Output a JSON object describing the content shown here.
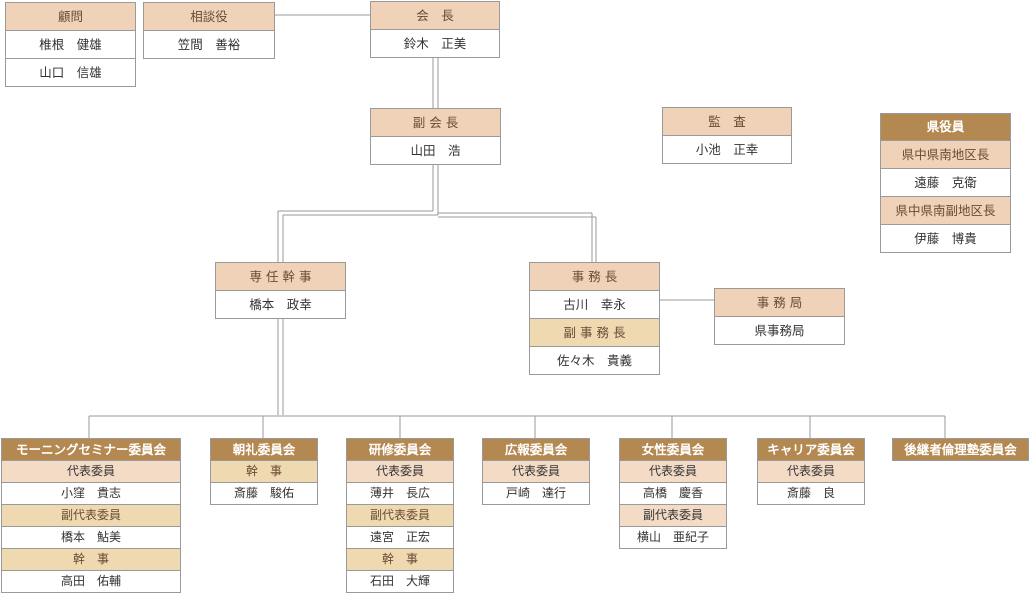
{
  "advisor": {
    "title": "顧問",
    "members": [
      "椎根　健雄",
      "山口　信雄"
    ]
  },
  "counselor": {
    "title": "相談役",
    "member": "笠間　善裕"
  },
  "chairman": {
    "title": "会　長",
    "member": "鈴木　正美"
  },
  "vice_chairman": {
    "title": "副 会 長",
    "member": "山田　浩"
  },
  "auditor": {
    "title": "監　査",
    "member": "小池　正幸"
  },
  "prefecture": {
    "title": "県役員",
    "roles": [
      {
        "title": "県中県南地区長",
        "member": "遠藤　克衛"
      },
      {
        "title": "県中県南副地区長",
        "member": "伊藤　博貴"
      }
    ]
  },
  "executive_secretary": {
    "title": "専 任 幹 事",
    "member": "橋本　政幸"
  },
  "secretary_general": {
    "title": "事 務 長",
    "member": "古川　幸永"
  },
  "deputy_secretary": {
    "title": "副 事 務 長",
    "member": "佐々木　貴義"
  },
  "secretariat": {
    "title": "事 務 局",
    "member": "県事務局"
  },
  "committees": [
    {
      "name": "モーニングセミナー委員会",
      "rows": [
        {
          "role": "代表委員",
          "member": "小窪　貴志"
        },
        {
          "role": "副代表委員",
          "member": "橋本　鮎美"
        },
        {
          "role": "幹　事",
          "member": "高田　佑輔"
        }
      ]
    },
    {
      "name": "朝礼委員会",
      "rows": [
        {
          "role": "幹　事",
          "member": "斎藤　駿佑"
        }
      ]
    },
    {
      "name": "研修委員会",
      "rows": [
        {
          "role": "代表委員",
          "member": "薄井　長広"
        },
        {
          "role": "副代表委員",
          "member": "遠宮　正宏"
        },
        {
          "role": "幹　事",
          "member": "石田　大輝"
        }
      ]
    },
    {
      "name": "広報委員会",
      "rows": [
        {
          "role": "代表委員",
          "member": "戸崎　達行"
        }
      ]
    },
    {
      "name": "女性委員会",
      "rows": [
        {
          "role": "代表委員",
          "member": "高橋　慶香"
        },
        {
          "role": "副代表委員",
          "member": "横山　亜紀子"
        }
      ]
    },
    {
      "name": "キャリア委員会",
      "rows": [
        {
          "role": "代表委員",
          "member": "斎藤　良"
        }
      ]
    },
    {
      "name": "後継者倫理塾委員会",
      "rows": []
    }
  ]
}
